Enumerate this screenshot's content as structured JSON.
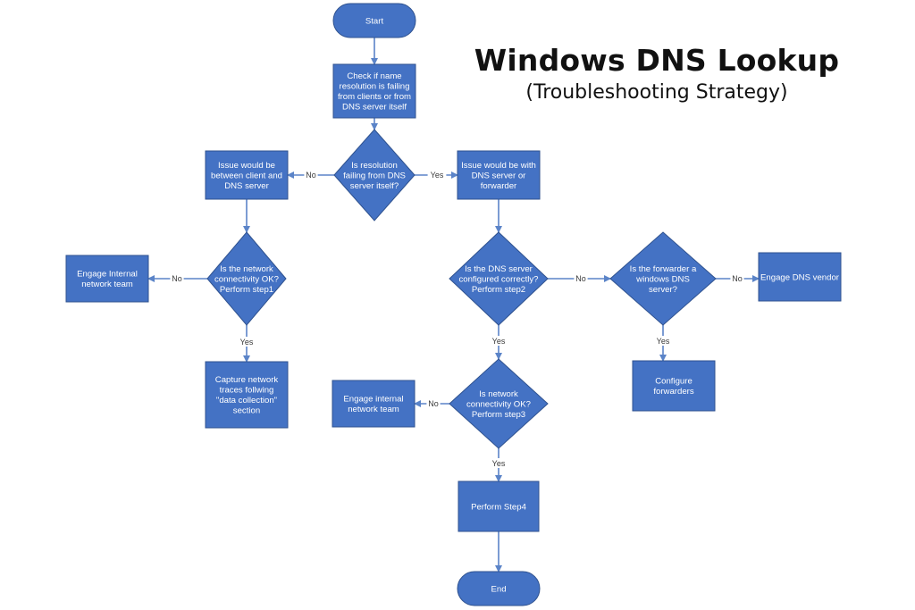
{
  "title": "Windows DNS Lookup",
  "subtitle": "(Troubleshooting Strategy)",
  "colors": {
    "node_fill": "#4472C4",
    "node_stroke": "#2F528F",
    "edge": "#5B84C8"
  },
  "nodes": {
    "start": {
      "lines": [
        "Start"
      ]
    },
    "check": {
      "lines": [
        "Check if name",
        "resolution is failing",
        "from clients or from",
        "DNS server itself"
      ]
    },
    "decision_server": {
      "lines": [
        "Is resolution",
        "failing from  DNS",
        "server itself?"
      ]
    },
    "client_issue": {
      "lines": [
        "Issue would be",
        "between client and",
        "DNS server"
      ]
    },
    "server_issue": {
      "lines": [
        "Issue would be with",
        "DNS server or",
        "forwarder"
      ]
    },
    "net_ok1": {
      "lines": [
        "Is the network",
        "connectivity OK?",
        "Perform step1"
      ]
    },
    "engage_net1": {
      "lines": [
        "Engage Internal",
        "network team"
      ]
    },
    "capture": {
      "lines": [
        "Capture network",
        "traces follwing",
        "\"data collection\"",
        "section"
      ]
    },
    "dns_config": {
      "lines": [
        "Is the DNS server",
        "configured correctly?",
        "Perform step2"
      ]
    },
    "forwarder_q": {
      "lines": [
        "Is the forwarder a",
        "windows DNS",
        "server?"
      ]
    },
    "engage_vendor": {
      "lines": [
        "Engage DNS vendor"
      ]
    },
    "config_fwd": {
      "lines": [
        "Configure",
        "forwarders"
      ]
    },
    "net_ok3": {
      "lines": [
        "Is network",
        "connectivity OK?",
        "Perform step3"
      ]
    },
    "engage_net2": {
      "lines": [
        "Engage internal",
        "network team"
      ]
    },
    "step4": {
      "lines": [
        "Perform Step4"
      ]
    },
    "end": {
      "lines": [
        "End"
      ]
    }
  },
  "edges": {
    "no1": "No",
    "yes1": "Yes",
    "no2": "No",
    "yes2": "Yes",
    "no3": "No",
    "yes3": "Yes",
    "no4": "No",
    "yes4": "Yes",
    "no5": "No",
    "yes5": "Yes"
  }
}
